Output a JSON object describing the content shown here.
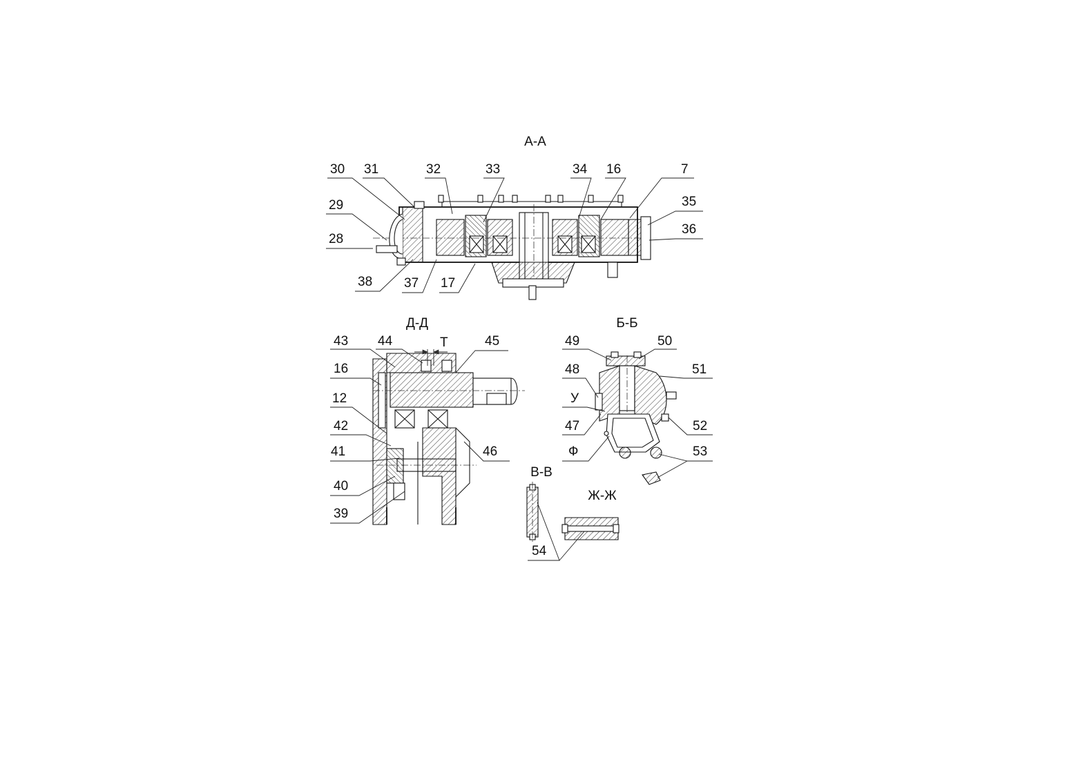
{
  "drawing": {
    "sections": [
      {
        "id": "aa",
        "label": "А-А"
      },
      {
        "id": "dd",
        "label": "Д-Д"
      },
      {
        "id": "bb",
        "label": "Б-Б"
      },
      {
        "id": "vv",
        "label": "В-В"
      },
      {
        "id": "zhzh",
        "label": "Ж-Ж"
      }
    ],
    "callouts_aa": [
      "30",
      "31",
      "32",
      "33",
      "34",
      "16",
      "7",
      "29",
      "35",
      "36",
      "28",
      "38",
      "37",
      "17"
    ],
    "callouts_dd": [
      "43",
      "44",
      "T",
      "45",
      "16",
      "12",
      "42",
      "41",
      "46",
      "40",
      "39"
    ],
    "callouts_bb": [
      "49",
      "50",
      "51",
      "48",
      "У",
      "47",
      "52",
      "Ф",
      "53"
    ],
    "callouts_vv_zhzh": [
      "54"
    ]
  }
}
